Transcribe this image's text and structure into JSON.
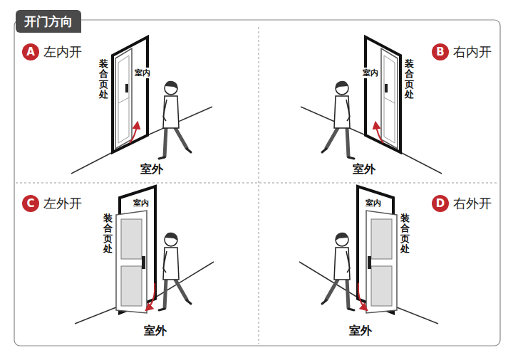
{
  "diagram": {
    "title": "开门方向",
    "nodes": [
      {
        "text": [
          "A",
          "左内开"
        ]
      },
      {
        "text": [
          "B",
          "右内开"
        ]
      },
      {
        "text": [
          "C",
          "左外开"
        ]
      },
      {
        "text": [
          "D",
          "右外开"
        ]
      }
    ],
    "labels": [
      "装合页处",
      "室内",
      "室外",
      "装合页处",
      "室内",
      "室外",
      "装合页处",
      "室内",
      "室外",
      "装合页处",
      "室内",
      "室外"
    ]
  }
}
